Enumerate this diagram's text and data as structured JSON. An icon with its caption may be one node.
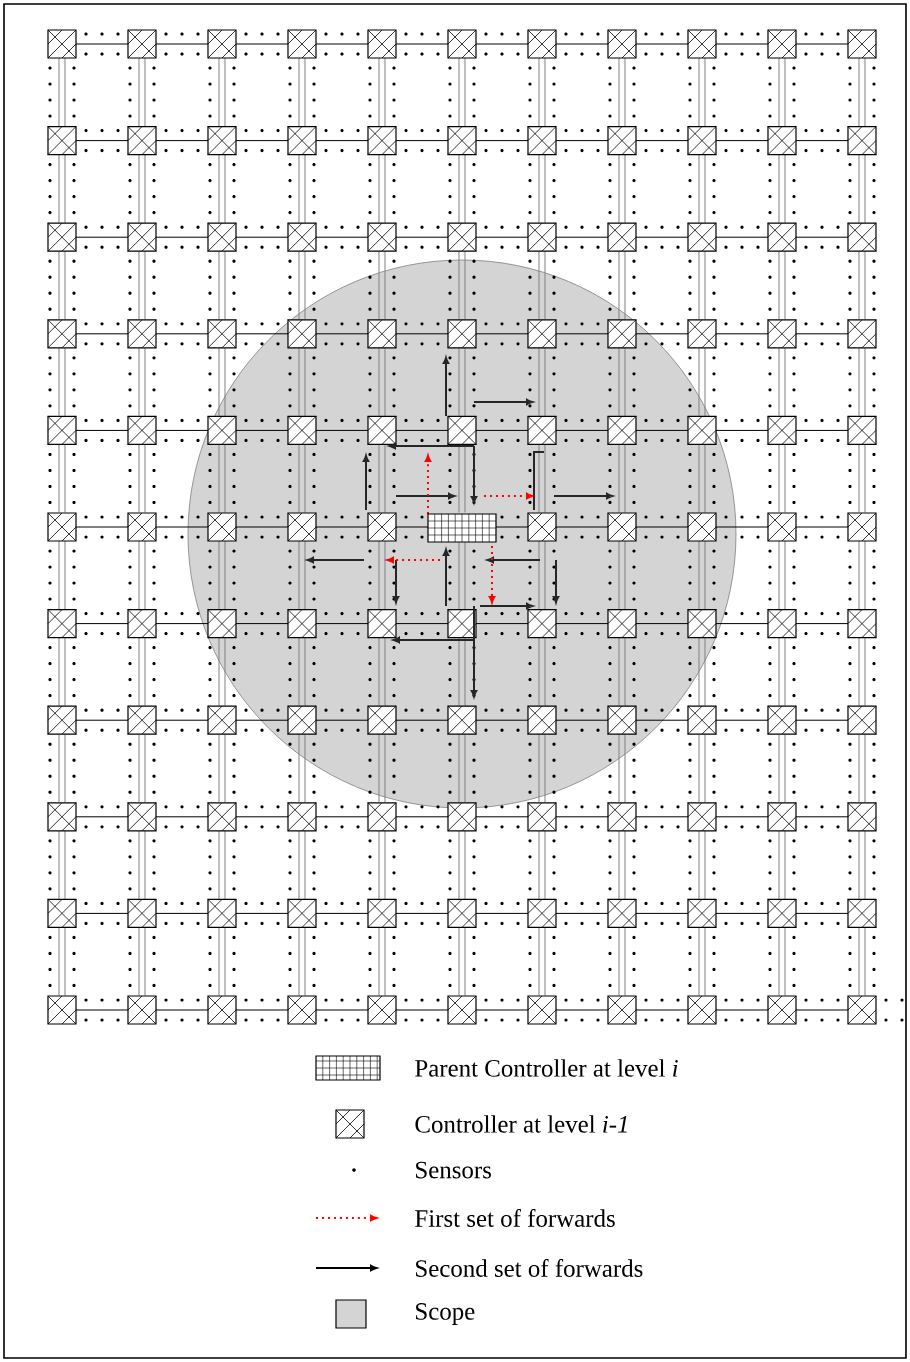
{
  "diagram": {
    "legend": [
      {
        "text": "Parent Controller at level *i*"
      },
      {
        "text": "Controller at level *i-1*"
      },
      {
        "text": "Sensors"
      },
      {
        "text": "First set of forwards"
      },
      {
        "text": "Second set of forwards"
      },
      {
        "text": "Scope",
        "color": "#d4d4d4"
      }
    ]
  }
}
